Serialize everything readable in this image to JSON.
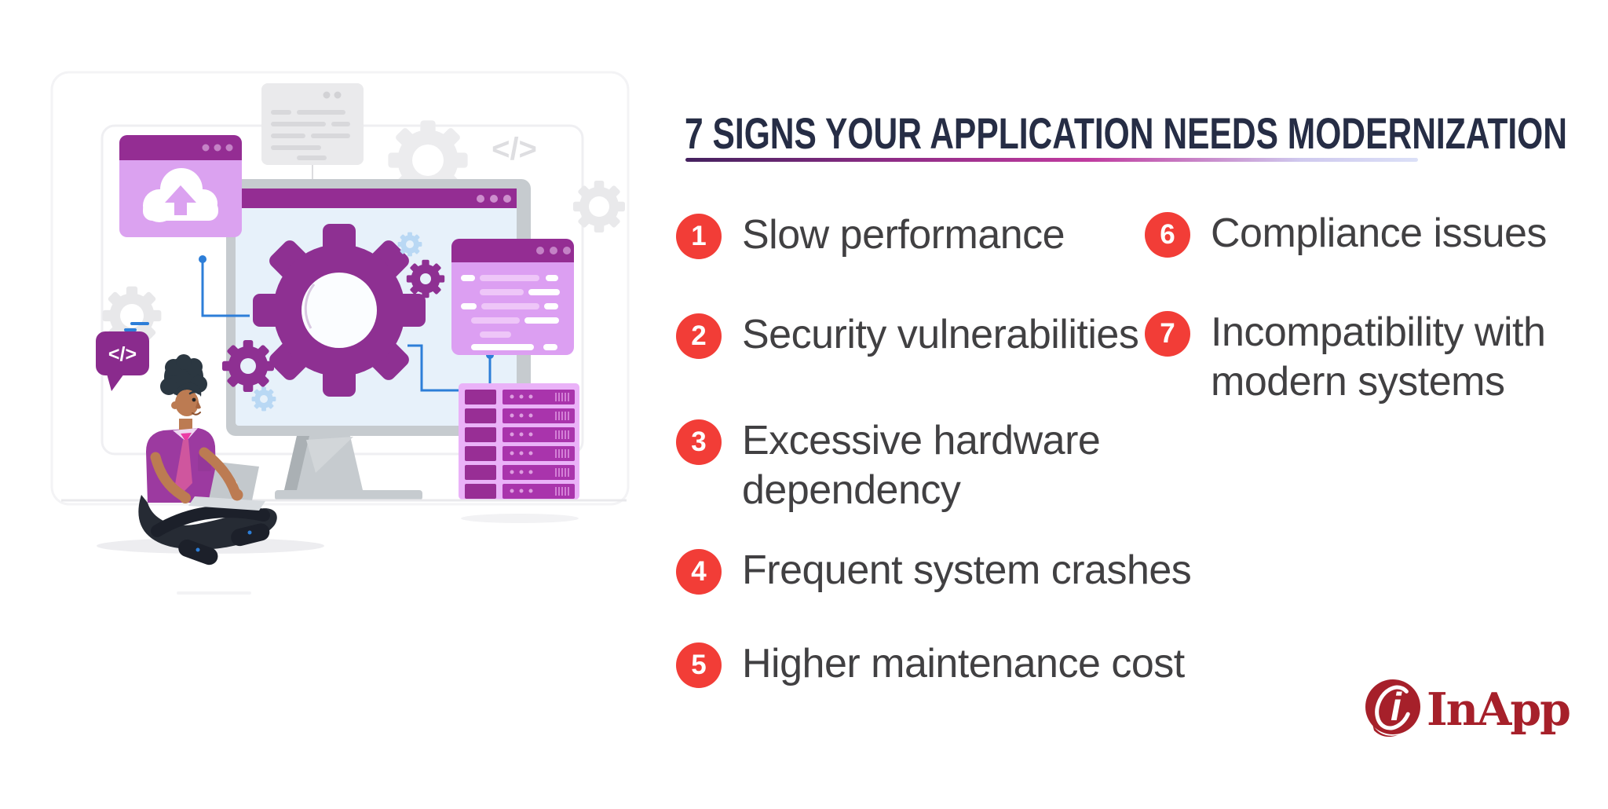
{
  "header": {
    "title": "7 SIGNS YOUR APPLICATION NEEDS MODERNIZATION"
  },
  "items": [
    {
      "num": "1",
      "label": "Slow performance"
    },
    {
      "num": "2",
      "label": "Security vulnerabilities"
    },
    {
      "num": "3",
      "label": "Excessive hardware\ndependency"
    },
    {
      "num": "4",
      "label": "Frequent system crashes"
    },
    {
      "num": "5",
      "label": "Higher maintenance cost"
    },
    {
      "num": "6",
      "label": "Compliance issues"
    },
    {
      "num": "7",
      "label": "Incompatibility with\nmodern systems"
    }
  ],
  "logo": {
    "text": "InApp",
    "mark": "i"
  },
  "illustration": {
    "code_glyph_bubble": "</>",
    "code_glyph_gray": "</>"
  },
  "colors": {
    "badge_red": "#f23d37",
    "title_navy": "#262d45",
    "item_text": "#414042",
    "logo_red": "#a6202a",
    "divider_gradient": [
      "#44215e",
      "#c03b9f",
      "#dbe0f7"
    ],
    "purple_dark": "#942d93",
    "purple_gear": "#8e3092",
    "purple_window": "#dba2f0",
    "screen_blue": "#e7f1fa",
    "connector_blue": "#2d7ed8"
  }
}
